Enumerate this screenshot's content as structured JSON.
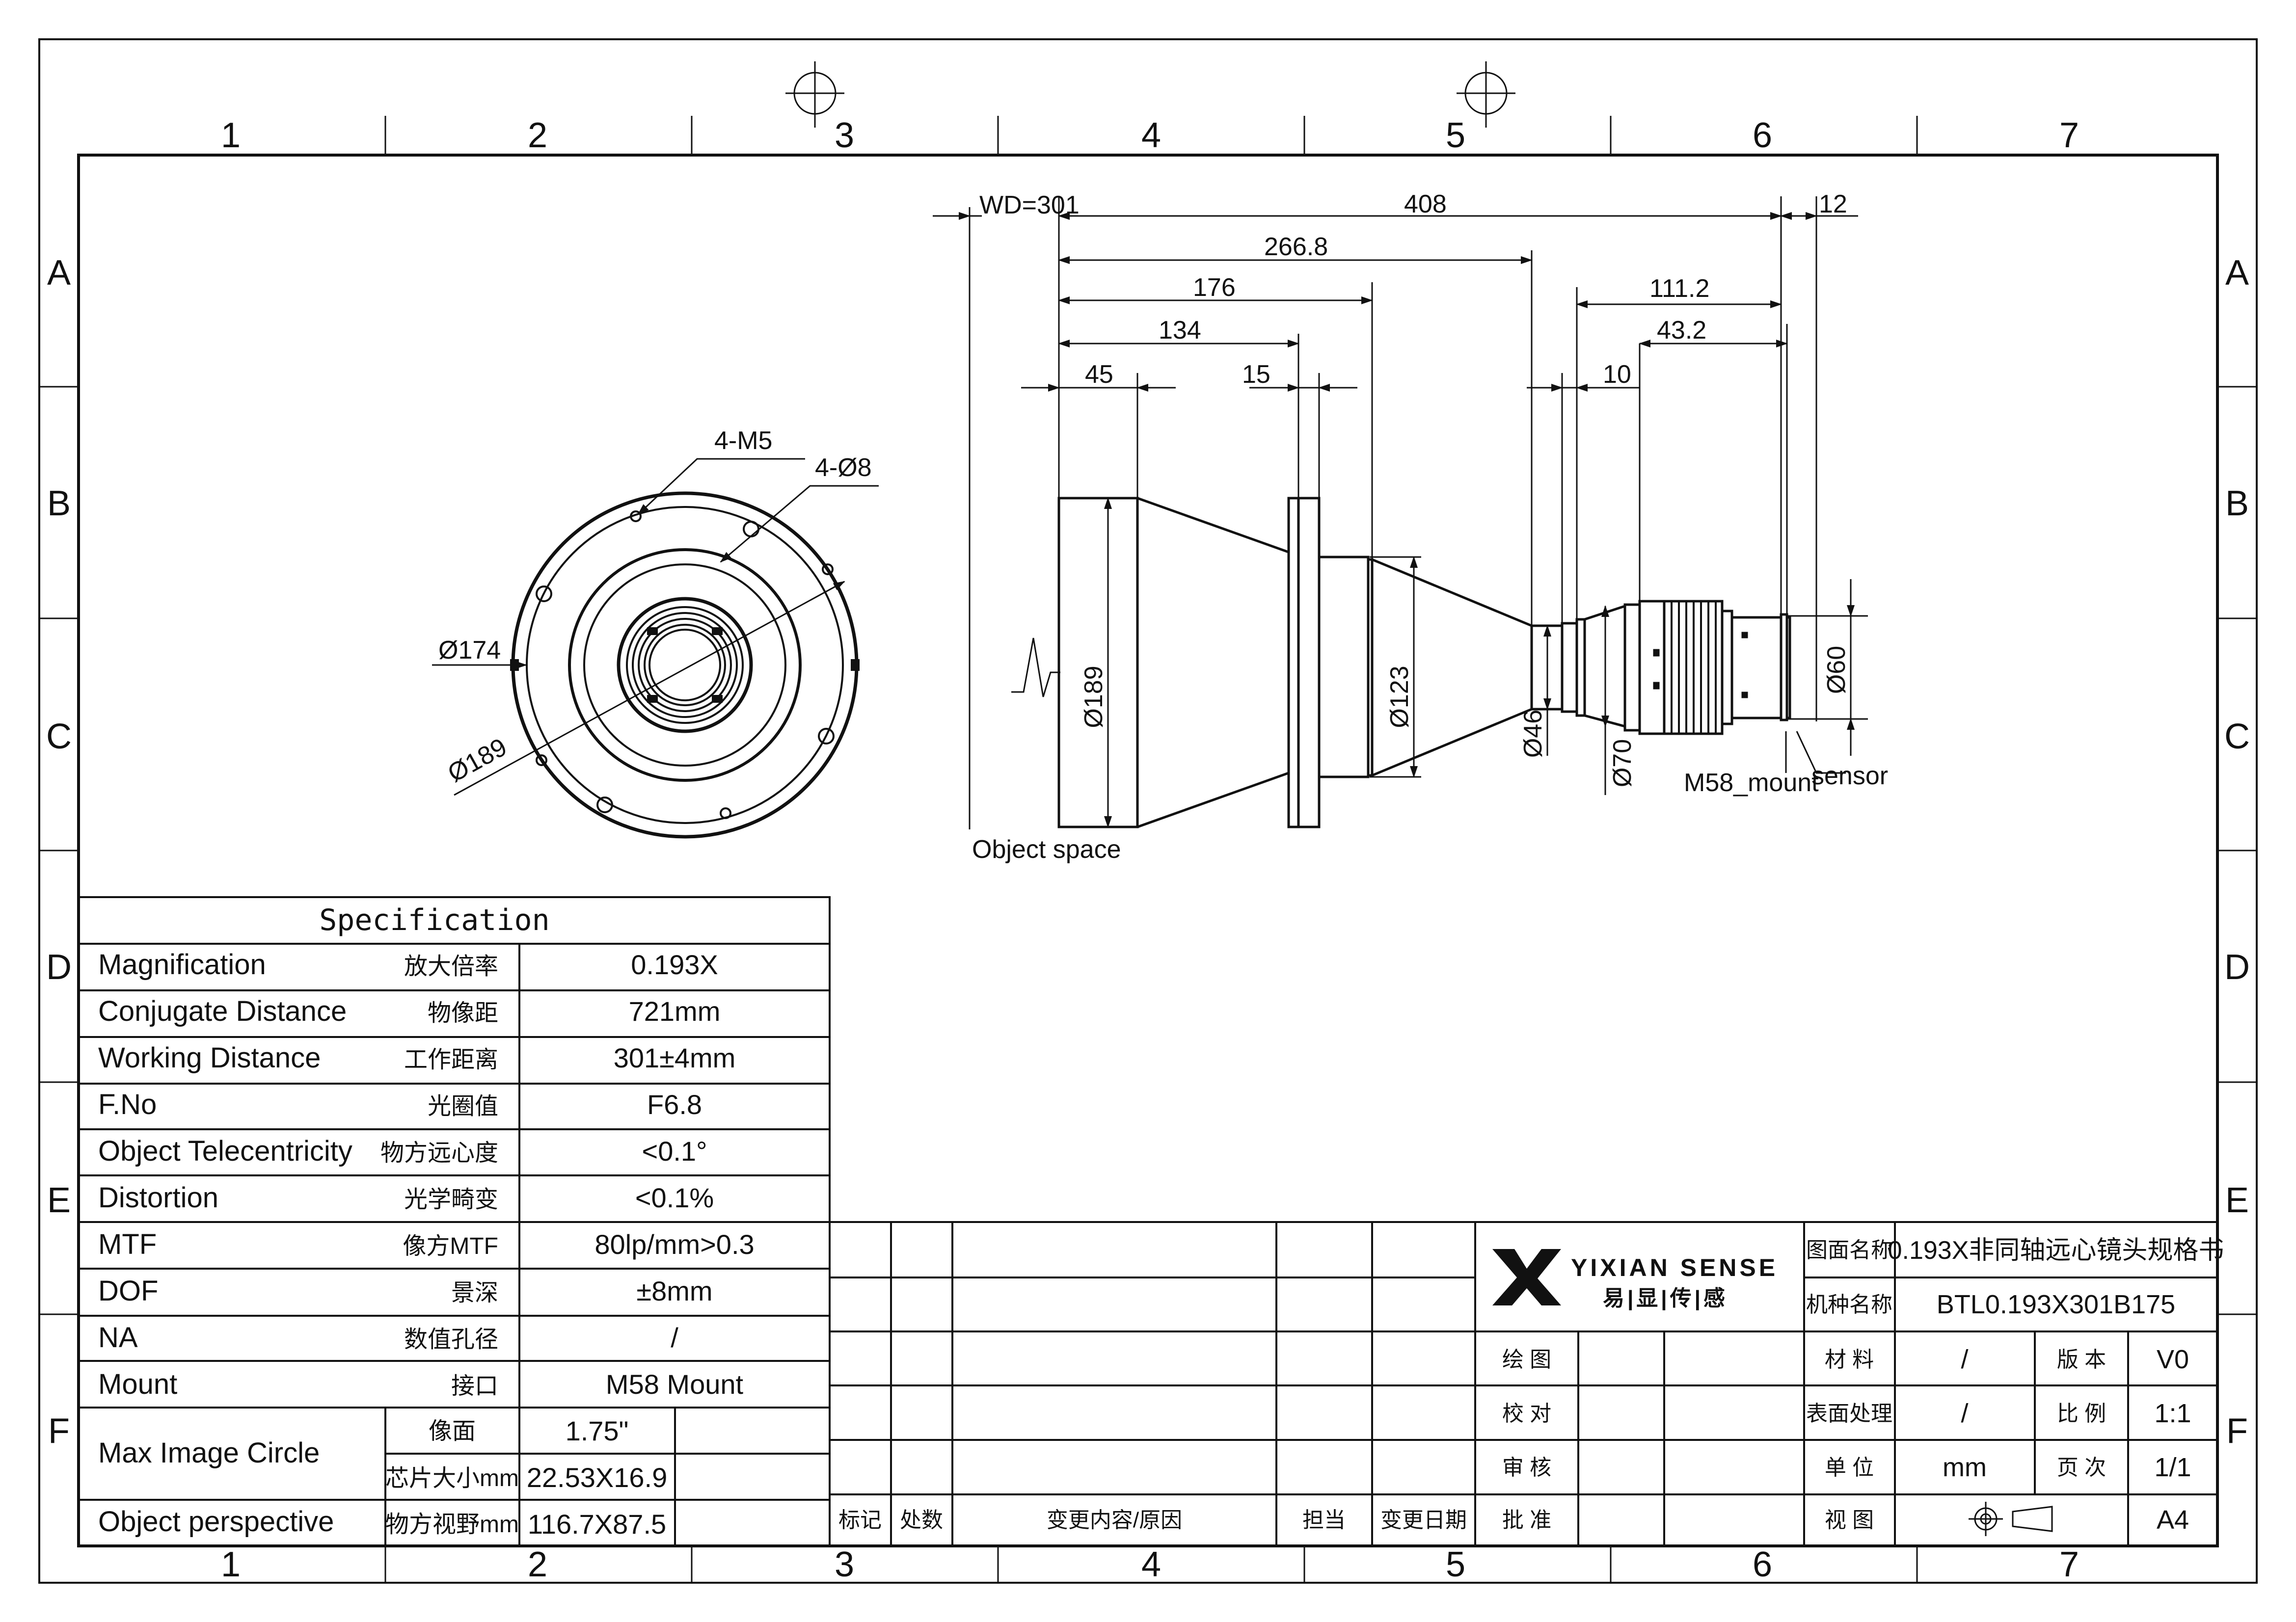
{
  "frame": {
    "columns": [
      "1",
      "2",
      "3",
      "4",
      "5",
      "6",
      "7"
    ],
    "rows": [
      "A",
      "B",
      "C",
      "D",
      "E",
      "F"
    ]
  },
  "front_view": {
    "hole_label_1": "4-M5",
    "hole_label_2": "4-Ø8",
    "dia_174": "Ø174",
    "dia_189": "Ø189"
  },
  "side_view": {
    "wd": "WD=301",
    "dims": {
      "d408": "408",
      "d12": "12",
      "d266": "266.8",
      "d176": "176",
      "d111": "111.2",
      "d134": "134",
      "d43": "43.2",
      "d45": "45",
      "d15": "15",
      "d10": "10"
    },
    "diameters": {
      "d189": "Ø189",
      "d123": "Ø123",
      "d46": "Ø46",
      "d70": "Ø70",
      "d60": "Ø60"
    },
    "labels": {
      "object_space": "Object space",
      "mount": "M58_mount",
      "sensor": "sensor"
    }
  },
  "spec": {
    "title": "Specification",
    "rows": [
      {
        "en": "Magnification",
        "cn": "放大倍率",
        "val": "0.193X"
      },
      {
        "en": "Conjugate Distance",
        "cn": "物像距",
        "val": "721mm"
      },
      {
        "en": "Working Distance",
        "cn": "工作距离",
        "val": "301±4mm"
      },
      {
        "en": "F.No",
        "cn": "光圈值",
        "val": "F6.8"
      },
      {
        "en": "Object Telecentricity",
        "cn": "物方远心度",
        "val": "<0.1°"
      },
      {
        "en": "Distortion",
        "cn": "光学畸变",
        "val": "<0.1%"
      },
      {
        "en": "MTF",
        "cn": "像方MTF",
        "val": "80lp/mm>0.3"
      },
      {
        "en": "DOF",
        "cn": "景深",
        "val": "±8mm"
      },
      {
        "en": "NA",
        "cn": "数值孔径",
        "val": "/"
      },
      {
        "en": "Mount",
        "cn": "接口",
        "val": "M58 Mount"
      }
    ],
    "image_circle": {
      "en": "Max Image Circle",
      "sub1": "像面",
      "val1": "1.75\"",
      "sub2": "芯片大小mm",
      "val2": "22.53X16.9"
    },
    "perspective": {
      "en": "Object perspective",
      "cn": "物方视野mm",
      "val": "116.7X87.5"
    }
  },
  "title_block": {
    "revision_headers": [
      "标记",
      "处数",
      "变更内容/原因",
      "担当",
      "变更日期"
    ],
    "logo_en": "YIXIAN SENSE",
    "logo_cn": "易|显|传|感",
    "drawing_name_label": "图面名称",
    "drawing_name": "0.193X非同轴远心镜头规格书",
    "model_label": "机种名称",
    "model": "BTL0.193X301B175",
    "sign_labels": [
      "绘 图",
      "校 对",
      "审 核",
      "批 准"
    ],
    "material_label": "材 料",
    "material": "/",
    "version_label": "版 本",
    "version": "V0",
    "surface_label": "表面处理",
    "surface": "/",
    "scale_label": "比 例",
    "scale": "1:1",
    "unit_label": "单 位",
    "unit": "mm",
    "page_label": "页 次",
    "page": "1/1",
    "view_label": "视 图",
    "size": "A4"
  }
}
